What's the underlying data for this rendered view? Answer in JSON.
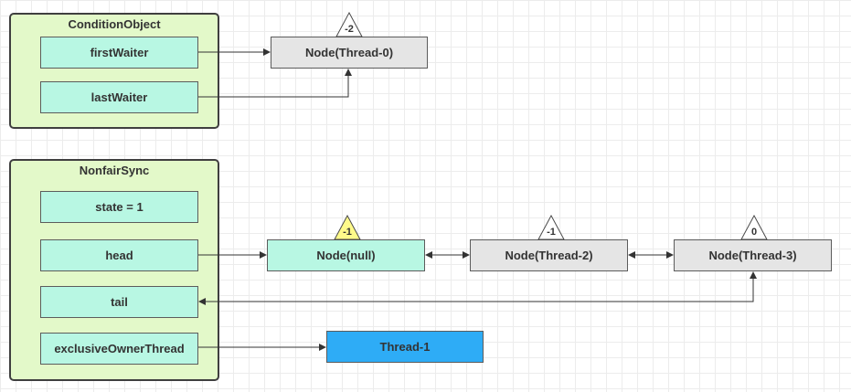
{
  "condition_object": {
    "title": "ConditionObject",
    "fields": [
      "firstWaiter",
      "lastWaiter"
    ]
  },
  "nonfair_sync": {
    "title": "NonfairSync",
    "fields": [
      "state = 1",
      "head",
      "tail",
      "exclusiveOwnerThread"
    ]
  },
  "nodes": {
    "condition_node": {
      "label": "Node(Thread-0)",
      "wait_status": "-2"
    },
    "null_node": {
      "label": "Node(null)",
      "wait_status": "-1"
    },
    "thread2_node": {
      "label": "Node(Thread-2)",
      "wait_status": "-1"
    },
    "thread3_node": {
      "label": "Node(Thread-3)",
      "wait_status": "0"
    },
    "owner_thread": {
      "label": "Thread-1"
    }
  },
  "colors": {
    "group_fill": "#e3f9c9",
    "field_fill": "#b8f7e3",
    "node_fill": "#e5e5e5",
    "owner_fill": "#2eacf6",
    "highlight_triangle": "#fffa8a"
  }
}
